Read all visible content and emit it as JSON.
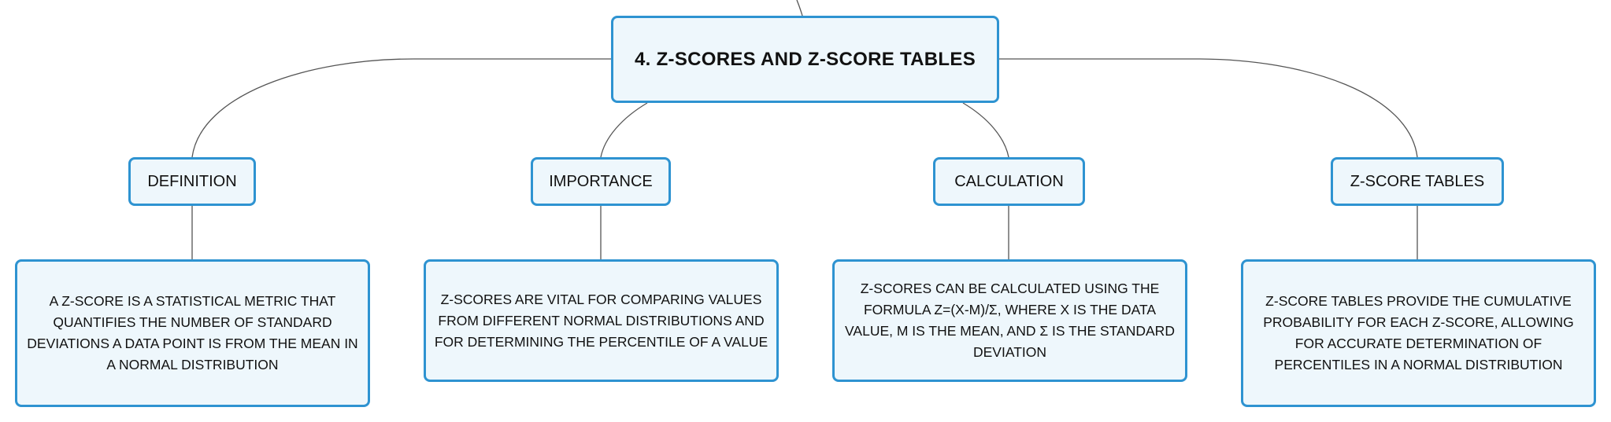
{
  "diagram": {
    "root": {
      "title": "4. Z-SCORES AND Z-SCORE TABLES"
    },
    "branches": [
      {
        "label": "DEFINITION",
        "detail": "A Z-SCORE IS A STATISTICAL METRIC THAT QUANTIFIES THE NUMBER OF STANDARD DEVIATIONS A DATA POINT IS FROM THE MEAN IN A NORMAL DISTRIBUTION"
      },
      {
        "label": "IMPORTANCE",
        "detail": "Z-SCORES ARE VITAL FOR COMPARING VALUES FROM DIFFERENT NORMAL DISTRIBUTIONS AND FOR DETERMINING THE PERCENTILE OF A VALUE"
      },
      {
        "label": "CALCULATION",
        "detail": "Z-SCORES CAN BE CALCULATED USING THE FORMULA Z=(X-Μ)/Σ, WHERE X IS THE DATA VALUE, Μ IS THE MEAN, AND Σ IS THE STANDARD DEVIATION"
      },
      {
        "label": "Z-SCORE TABLES",
        "detail": "Z-SCORE TABLES PROVIDE THE CUMULATIVE PROBABILITY FOR EACH Z-SCORE, ALLOWING FOR ACCURATE DETERMINATION OF PERCENTILES IN A NORMAL DISTRIBUTION"
      }
    ],
    "colors": {
      "node_border": "#2e93d1",
      "node_fill": "#eef7fc",
      "connector": "#555555",
      "text": "#111111"
    }
  }
}
